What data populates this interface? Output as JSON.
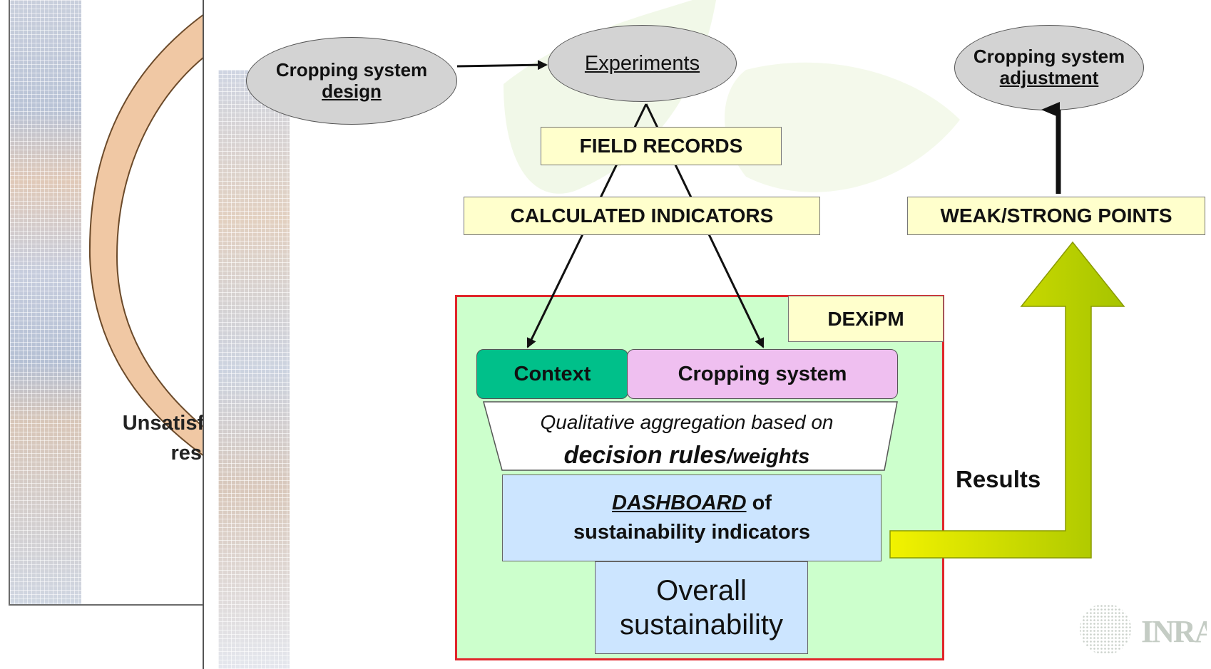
{
  "background_slide": {
    "text_line1": "Unsatisfy",
    "text_line2": "result"
  },
  "nodes": {
    "design": {
      "line1": "Cropping system",
      "line2": "design"
    },
    "experiments": {
      "label": "Experiments"
    },
    "adjustment": {
      "line1": "Cropping system",
      "line2": "adjustment"
    }
  },
  "labels": {
    "field_records": "FIELD RECORDS",
    "calculated_indicators": "CALCULATED INDICATORS",
    "weak_strong_points": "WEAK/STRONG POINTS",
    "results": "Results"
  },
  "dexipm": {
    "title": "DEXiPM",
    "context": "Context",
    "cropping_system": "Cropping system",
    "aggregation_line1": "Qualitative aggregation based on",
    "aggregation_bold": "decision rules",
    "aggregation_tail": "/weights",
    "dashboard_word": "DASHBOARD",
    "dashboard_of": " of",
    "dashboard_line2": "sustainability indicators",
    "overall_line1": "Overall",
    "overall_line2": "sustainability"
  },
  "logo": {
    "text": "INRA"
  },
  "colors": {
    "ellipse_fill": "#d3d3d3",
    "label_fill": "#ffffcc",
    "panel_fill": "#ccffcc",
    "panel_border": "#e0262a",
    "context_fill": "#00c08a",
    "cropping_fill": "#efbff0",
    "dashboard_fill": "#cce5ff",
    "arrow_gradient_start": "#f2f200",
    "arrow_gradient_end": "#a6c400",
    "back_arc_fill": "#f0c8a4"
  }
}
